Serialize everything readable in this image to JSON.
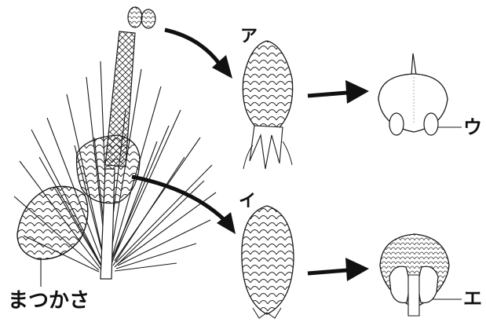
{
  "labels": {
    "a": "ア",
    "i": "イ",
    "u": "ウ",
    "e": "エ",
    "cone": "まつかさ"
  }
}
